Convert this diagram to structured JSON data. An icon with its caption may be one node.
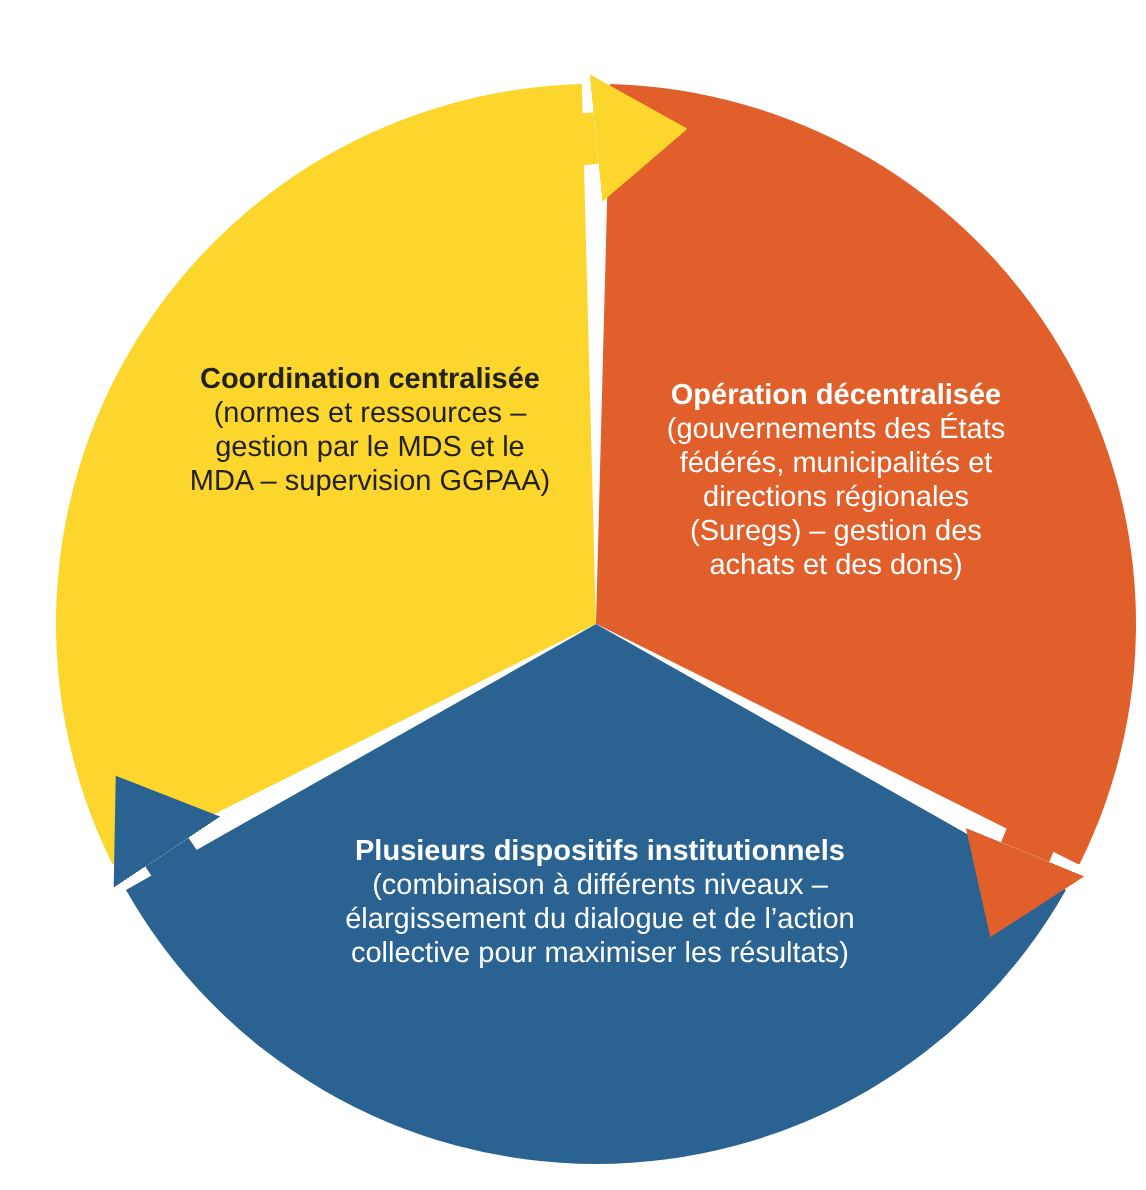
{
  "diagram": {
    "nodes": [
      {
        "text": [
          "Coordination centralisée",
          "(normes et ressources – gestion par le MDS et le MDA – supervision GGPAA)"
        ]
      },
      {
        "text": [
          "Opération décentralisée",
          "(gouvernements des États fédérés, municipalités et directions régionales (Suregs) – gestion des achats et des dons)"
        ]
      },
      {
        "text": [
          "Plusieurs dispositifs institutionnels",
          "(combinaison à différents niveaux – élargissement du dialogue et de l’action collective pour maximiser les résultats)"
        ]
      }
    ],
    "edges": [
      {
        "from": 0,
        "to": 1,
        "arrow": "to",
        "color": "#fcd62d"
      },
      {
        "from": 1,
        "to": 2,
        "arrow": "to",
        "color": "#e05f2a"
      },
      {
        "from": 2,
        "to": 0,
        "arrow": "to",
        "color": "#2a6291"
      }
    ]
  }
}
